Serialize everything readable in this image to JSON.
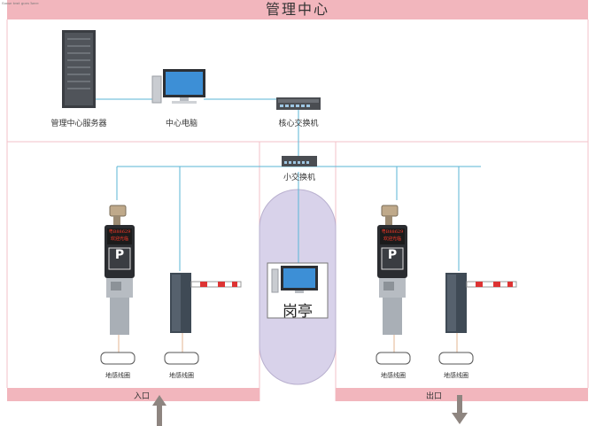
{
  "header": {
    "title": "管理中心",
    "tiny_caption": "Some text goes here"
  },
  "devices": {
    "server": "管理中心服务器",
    "center_pc": "中心电脑",
    "core_switch": "核心交换机",
    "small_switch": "小交换机",
    "booth": "岗亭"
  },
  "lanes": {
    "entrance": {
      "label": "入口",
      "left_loop": "地感线圈",
      "right_loop": "地感线圈"
    },
    "exit": {
      "label": "出口",
      "left_loop": "地感线圈",
      "right_loop": "地感线圈"
    }
  },
  "display": {
    "line1": "粤B88629",
    "line2": "欢迎光临",
    "parking_symbol": "P"
  },
  "colors": {
    "band": "#f2b6bd",
    "cable": "#59b6d6",
    "booth": "#d8d2ea",
    "frame": "#f3c2c8"
  },
  "icons": [
    "server-icon",
    "monitor-icon",
    "switch-icon",
    "camera-icon",
    "barrier-gate-icon",
    "arrow-up-icon",
    "arrow-down-icon"
  ]
}
